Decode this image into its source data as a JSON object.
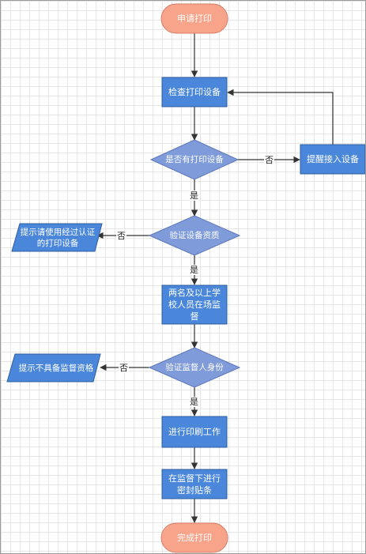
{
  "colors": {
    "terminal_fill": "#f7a48b",
    "terminal_stroke": "#d57e66",
    "process_fill": "#4a86d9",
    "process_stroke": "#2f5f9e",
    "decision_fill": "#7f9bd9",
    "decision_stroke": "#5b76b8",
    "connector": "#333333"
  },
  "nodes": {
    "start": "申请打印",
    "check_device": "检查打印设备",
    "has_device": "是否有打印设备",
    "remind_access": "提醒接入设备",
    "verify_qualification": "验证设备资质",
    "prompt_certified": "提示请使用经过认证的打印设备",
    "supervision": "两名及以上学校人员在场监督",
    "verify_identity": "验证监督人身份",
    "prompt_no_qualification": "提示不具备监督资格",
    "print_work": "进行印刷工作",
    "seal": "在监督下进行密封贴条",
    "end": "完成打印"
  },
  "edges": {
    "has_device_yes": "是",
    "has_device_no": "否",
    "qualification_yes": "是",
    "qualification_no": "否",
    "identity_yes": "是",
    "identity_no": "否"
  }
}
